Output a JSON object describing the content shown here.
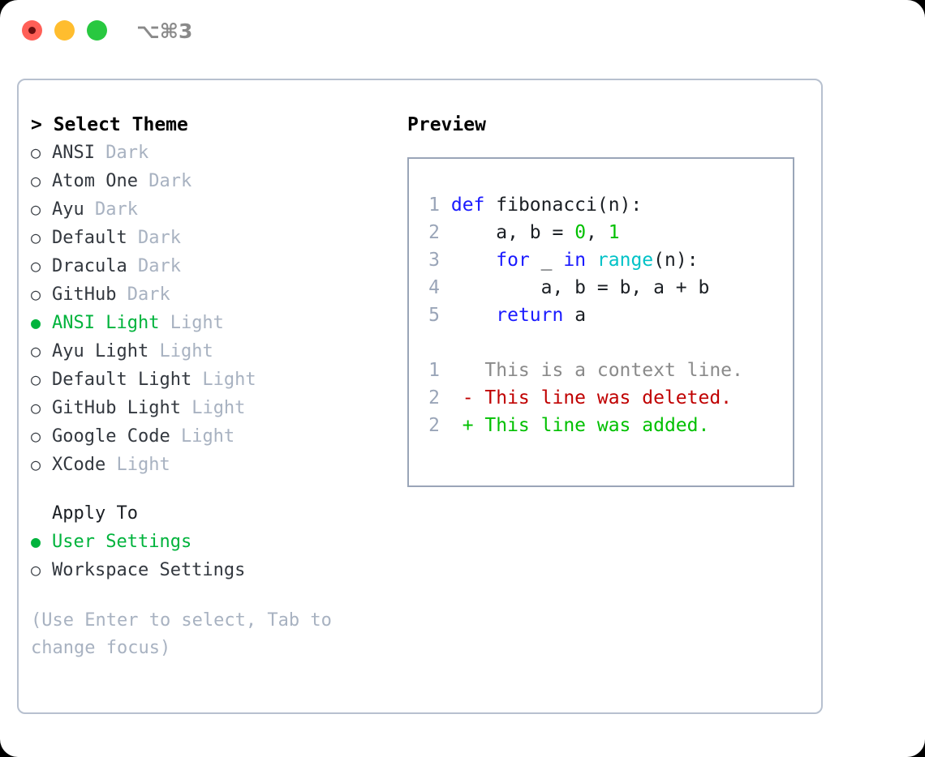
{
  "window": {
    "traffic_lights": [
      "close",
      "minimize",
      "zoom"
    ],
    "shortcut": "⌥⌘3",
    "colors": {
      "close": "#ff5f57",
      "minimize": "#ffbd2e",
      "zoom": "#28c840",
      "panel_border": "#b7c0cf",
      "preview_border": "#9aa5b8",
      "accent_green": "#00b33c",
      "muted": "#a8b2c1"
    }
  },
  "theme_picker": {
    "heading": "> Select Theme",
    "items": [
      {
        "marker": "○",
        "label": "ANSI",
        "suffix": " Dark",
        "selected": false
      },
      {
        "marker": "○",
        "label": "Atom One",
        "suffix": " Dark",
        "selected": false
      },
      {
        "marker": "○",
        "label": "Ayu",
        "suffix": " Dark",
        "selected": false
      },
      {
        "marker": "○",
        "label": "Default",
        "suffix": " Dark",
        "selected": false
      },
      {
        "marker": "○",
        "label": "Dracula",
        "suffix": " Dark",
        "selected": false
      },
      {
        "marker": "○",
        "label": "GitHub",
        "suffix": " Dark",
        "selected": false
      },
      {
        "marker": "●",
        "label": "ANSI Light",
        "suffix": " Light",
        "selected": true
      },
      {
        "marker": "○",
        "label": "Ayu Light",
        "suffix": " Light",
        "selected": false
      },
      {
        "marker": "○",
        "label": "Default Light",
        "suffix": " Light",
        "selected": false
      },
      {
        "marker": "○",
        "label": "GitHub Light",
        "suffix": " Light",
        "selected": false
      },
      {
        "marker": "○",
        "label": "Google Code",
        "suffix": " Light",
        "selected": false
      },
      {
        "marker": "○",
        "label": "XCode",
        "suffix": " Light",
        "selected": false
      }
    ]
  },
  "apply_to": {
    "heading": "Apply To",
    "items": [
      {
        "marker": "●",
        "label": "User Settings",
        "suffix": "",
        "selected": true
      },
      {
        "marker": "○",
        "label": "Workspace Settings",
        "suffix": "",
        "selected": false
      }
    ]
  },
  "hint": "(Use Enter to select, Tab to change focus)",
  "preview": {
    "title": "Preview",
    "code_lines": [
      {
        "num": "1",
        "tokens": [
          {
            "t": "def",
            "c": "kw"
          },
          {
            "t": " fibonacci(n):",
            "c": "txt"
          }
        ]
      },
      {
        "num": "2",
        "tokens": [
          {
            "t": "    a, b = ",
            "c": "txt"
          },
          {
            "t": "0",
            "c": "num"
          },
          {
            "t": ", ",
            "c": "txt"
          },
          {
            "t": "1",
            "c": "num"
          }
        ]
      },
      {
        "num": "3",
        "tokens": [
          {
            "t": "    ",
            "c": "txt"
          },
          {
            "t": "for",
            "c": "kw"
          },
          {
            "t": " _ ",
            "c": "txt"
          },
          {
            "t": "in",
            "c": "kw"
          },
          {
            "t": " ",
            "c": "txt"
          },
          {
            "t": "range",
            "c": "fn"
          },
          {
            "t": "(n):",
            "c": "txt"
          }
        ]
      },
      {
        "num": "4",
        "tokens": [
          {
            "t": "        a, b = b, a + b",
            "c": "txt"
          }
        ]
      },
      {
        "num": "5",
        "tokens": [
          {
            "t": "    ",
            "c": "txt"
          },
          {
            "t": "return",
            "c": "kw"
          },
          {
            "t": " a",
            "c": "txt"
          }
        ]
      }
    ],
    "diff_lines": [
      {
        "num": "1",
        "sign": "  ",
        "text": "This is a context line.",
        "kind": "ctx"
      },
      {
        "num": "2",
        "sign": "- ",
        "text": "This line was deleted.",
        "kind": "del"
      },
      {
        "num": "2",
        "sign": "+ ",
        "text": "This line was added.",
        "kind": "add"
      }
    ]
  }
}
